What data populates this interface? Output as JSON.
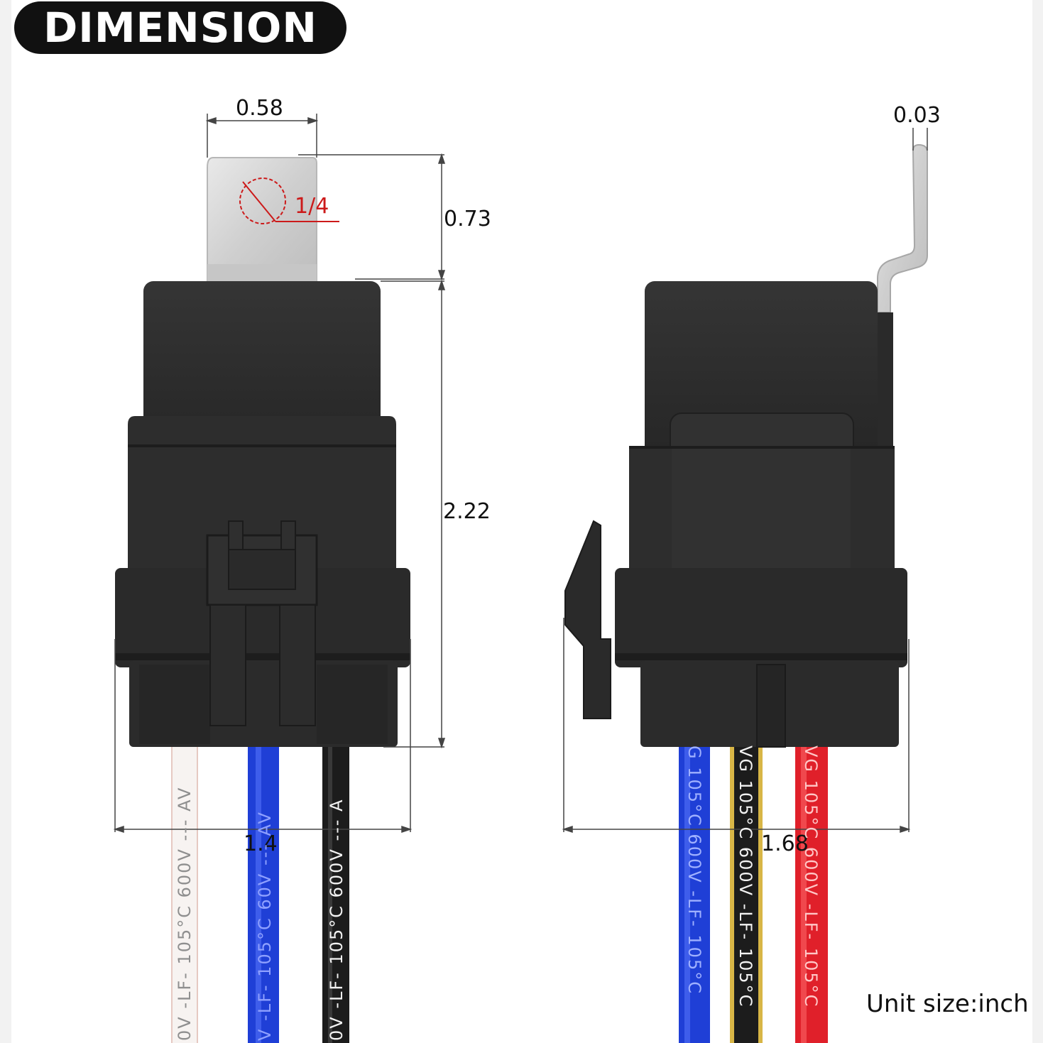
{
  "title": "DIMENSION",
  "dimensions": {
    "tab_width": "0.58",
    "tab_height": "0.73",
    "hole_size": "1/4",
    "body_height": "2.22",
    "front_width": "1.4",
    "side_width": "1.68",
    "tab_thickness": "0.03"
  },
  "wire_prints": {
    "white": "0V -LF-  105°C  600V  ---  AV",
    "blue_front": "V -LF-  105°C  60V  ---  AV",
    "black": "0V -LF-  105°C  600V  ---  A",
    "blue_side": "G  105°C  600V -LF-  105°C",
    "yellow": "VG  105°C  600V -LF-  105°C",
    "red": "VG  105°C  600V -LF-  105°C"
  },
  "unit_note": "Unit size:inch",
  "colors": {
    "housing": "#2b2b2b",
    "wire_blue": "#1f3fd6",
    "wire_red": "#e0202a",
    "wire_yellow": "#d8b646",
    "wire_black": "#1c1c1c",
    "wire_white": "#f7f3f1",
    "dimension_line": "#444444",
    "hole_mark": "#cc1a1a"
  }
}
